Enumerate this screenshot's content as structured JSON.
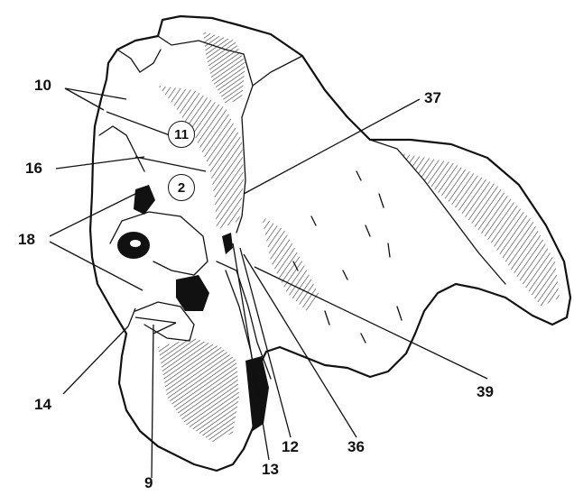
{
  "figure": {
    "labels": {
      "l10": "10",
      "l16": "16",
      "l18": "18",
      "l14": "14",
      "l9": "9",
      "l13": "13",
      "l12": "12",
      "l36": "36",
      "l39": "39",
      "l37": "37"
    },
    "circled": {
      "c11": "11",
      "c2": "2"
    }
  }
}
